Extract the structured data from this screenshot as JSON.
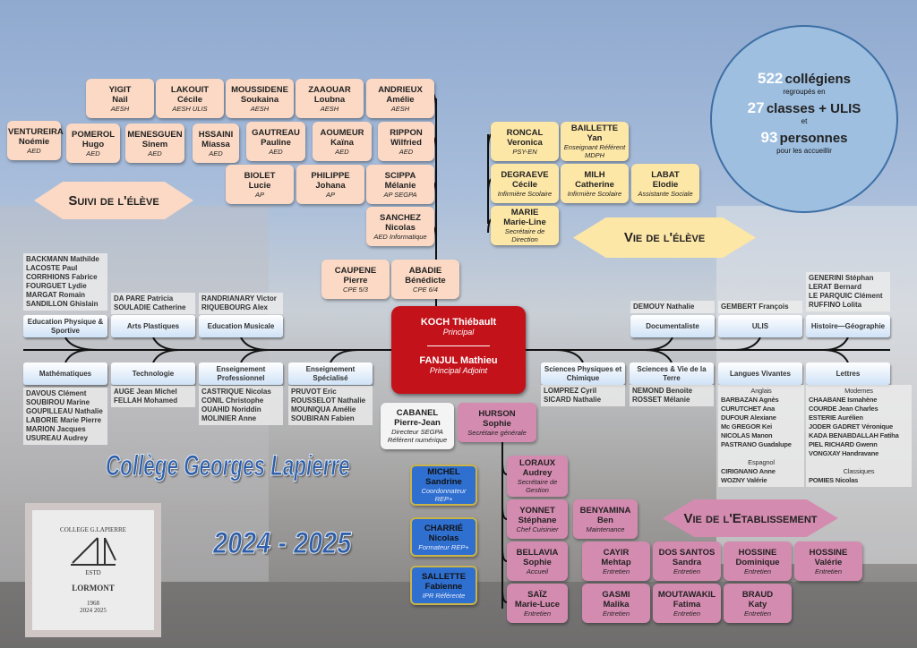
{
  "stats": {
    "students": "522",
    "students_label": "collégiens",
    "grouped": "regroupés en",
    "classes": "27",
    "classes_label": "classes + ULIS",
    "and": "et",
    "staff": "93",
    "staff_label": "personnes",
    "welcome": "pour les accueillir"
  },
  "sections": {
    "suivi": "Suivi de l'élève",
    "vie_eleve": "Vie de l'élève",
    "vie_etab": "Vie de l'Etablissement"
  },
  "title": "Collège Georges Lapierre",
  "year": "2024 - 2025",
  "logo": {
    "top": "COLLEGE G.LAPIERRE",
    "city": "LORMONT",
    "estd": "ESTD",
    "since": "1968",
    "years": "2024 2025"
  },
  "direction": {
    "principal_name": "KOCH Thiébault",
    "principal_role": "Principal",
    "adjoint_name": "FANJUL Mathieu",
    "adjoint_role": "Principal Adjoint"
  },
  "people": [
    {
      "last": "YIGIT",
      "first": "Nail",
      "role": "AESH"
    },
    {
      "last": "LAKOUIT",
      "first": "Cécile",
      "role": "AESH ULIS"
    },
    {
      "last": "MOUSSIDENE",
      "first": "Soukaina",
      "role": "AESH"
    },
    {
      "last": "ZAAOUAR",
      "first": "Loubna",
      "role": "AESH"
    },
    {
      "last": "ANDRIEUX",
      "first": "Amélie",
      "role": "AESH"
    },
    {
      "last": "VENTUREIRA",
      "first": "Noémie",
      "role": "AED"
    },
    {
      "last": "POMEROL",
      "first": "Hugo",
      "role": "AED"
    },
    {
      "last": "MENESGUEN",
      "first": "Sinem",
      "role": "AED"
    },
    {
      "last": "HSSAINI",
      "first": "Miassa",
      "role": "AED"
    },
    {
      "last": "GAUTREAU",
      "first": "Pauline",
      "role": "AED"
    },
    {
      "last": "AOUMEUR",
      "first": "Kaïna",
      "role": "AED"
    },
    {
      "last": "RIPPON",
      "first": "Wilfried",
      "role": "AED"
    },
    {
      "last": "BIOLET",
      "first": "Lucie",
      "role": "AP"
    },
    {
      "last": "PHILIPPE",
      "first": "Johana",
      "role": "AP"
    },
    {
      "last": "SCIPPA",
      "first": "Mélanie",
      "role": "AP SEGPA"
    },
    {
      "last": "SANCHEZ",
      "first": "Nicolas",
      "role": "AED Informatique"
    },
    {
      "last": "CAUPENE",
      "first": "Pierre",
      "role": "CPE 5/3"
    },
    {
      "last": "ABADIE",
      "first": "Bénédicte",
      "role": "CPE 6/4"
    },
    {
      "last": "RONCAL",
      "first": "Veronica",
      "role": "PSY-EN"
    },
    {
      "last": "BAILLETTE",
      "first": "Yan",
      "role": "Enseignant Référent MDPH"
    },
    {
      "last": "DEGRAEVE",
      "first": "Cécile",
      "role": "Infirmière Scolaire"
    },
    {
      "last": "MILH",
      "first": "Catherine",
      "role": "Infirmière Scolaire"
    },
    {
      "last": "LABAT",
      "first": "Elodie",
      "role": "Assistante Sociale"
    },
    {
      "last": "MARIE",
      "first": "Marie-Line",
      "role": "Secrétaire de Direction"
    },
    {
      "last": "CABANEL",
      "first": "Pierre-Jean",
      "role": "Directeur SEGPA Référent numérique"
    },
    {
      "last": "HURSON",
      "first": "Sophie",
      "role": "Secrétaire générale"
    },
    {
      "last": "MICHEL",
      "first": "Sandrine",
      "role": "Coordonnateur REP+"
    },
    {
      "last": "CHARRIÉ",
      "first": "Nicolas",
      "role": "Formateur REP+"
    },
    {
      "last": "SALLETTE",
      "first": "Fabienne",
      "role": "IPR Référente"
    },
    {
      "last": "LORAUX",
      "first": "Audrey",
      "role": "Secrétaire de Gestion"
    },
    {
      "last": "YONNET",
      "first": "Stéphane",
      "role": "Chef Cuisinier"
    },
    {
      "last": "BENYAMINA",
      "first": "Ben",
      "role": "Maintenance"
    },
    {
      "last": "BELLAVIA",
      "first": "Sophie",
      "role": "Accueil"
    },
    {
      "last": "CAYIR",
      "first": "Mehtap",
      "role": "Entretien"
    },
    {
      "last": "DOS SANTOS",
      "first": "Sandra",
      "role": "Entretien"
    },
    {
      "last": "HOSSINE",
      "first": "Dominique",
      "role": "Entretien"
    },
    {
      "last": "HOSSINE",
      "first": "Valérie",
      "role": "Entretien"
    },
    {
      "last": "SAÏZ",
      "first": "Marie-Luce",
      "role": "Entretien"
    },
    {
      "last": "GASMI",
      "first": "Malika",
      "role": "Entretien"
    },
    {
      "last": "MOUTAWAKIL",
      "first": "Fatima",
      "role": "Entretien"
    },
    {
      "last": "BRAUD",
      "first": "Katy",
      "role": "Entretien"
    }
  ],
  "subjects": [
    {
      "label": "Education Physique & Sportive",
      "members": [
        "BACKMANN Mathilde",
        "LACOSTE Paul",
        "CORRHIONS Fabrice",
        "FOURGUET Lydie",
        "MARGAT Romain",
        "SANDILLON Ghislain"
      ]
    },
    {
      "label": "Arts Plastiques",
      "members": [
        "DA PARE Patricia",
        "SOULADIE Catherine"
      ]
    },
    {
      "label": "Education Musicale",
      "members": [
        "RANDRIANARY Victor",
        "RIQUEBOURG Alex"
      ]
    },
    {
      "label": "Documentaliste",
      "members": [
        "DEMOUY Nathalie"
      ]
    },
    {
      "label": "ULIS",
      "members": [
        "GEMBERT François"
      ]
    },
    {
      "label": "Histoire—Géographie",
      "members": [
        "GENERINI Stéphan",
        "LERAT Bernard",
        "LE PARQUIC Clément",
        "RUFFINO Lolita"
      ]
    },
    {
      "label": "Mathématiques",
      "members": [
        "DAVOUS Clément",
        "SOUBIROU Marine",
        "GOUPILLEAU Nathalie",
        "LABORIE Marie Pierre",
        "MARION Jacques",
        "USUREAU Audrey"
      ]
    },
    {
      "label": "Technologie",
      "members": [
        "AUGE Jean Michel",
        "FELLAH Mohamed"
      ]
    },
    {
      "label": "Enseignement Professionnel",
      "members": [
        "CASTRIQUE Nicolas",
        "CONIL Christophe",
        "OUAHID Noriddin",
        "MOLINIER Anne"
      ]
    },
    {
      "label": "Enseignement Spécialisé",
      "members": [
        "PRUVOT Eric",
        "ROUSSELOT Nathalie",
        "MOUNIQUA Amélie",
        "SOUBIRAN Fabien"
      ]
    },
    {
      "label": "Sciences Physiques et Chimique",
      "members": [
        "LOMPREZ Cyril",
        "SICARD Nathalie"
      ]
    },
    {
      "label": "Sciences & Vie de la Terre",
      "members": [
        "NEMOND Benoite",
        "ROSSET Mélanie"
      ]
    },
    {
      "label": "Langues Vivantes",
      "members": [
        "#Anglais",
        "BARBAZAN Agnès",
        "CURUTCHET Ana",
        "DUFOUR Alexiane",
        "Mc GREGOR Kei",
        "NICOLAS Manon",
        "PASTRANO Guadalupe",
        "#",
        "#Espagnol",
        "CIRIGNANO Anne",
        "WOZNY Valérie"
      ]
    },
    {
      "label": "Lettres",
      "members": [
        "#Modernes",
        "CHAABANE Ismahène",
        "COURDE Jean Charles",
        "ESTERIE Aurélien",
        "JODER GADRET Véronique",
        "KADA BENABDALLAH Fatiha",
        "PIEL RICHARD Gwenn",
        "VONGXAY Handravane",
        "#",
        "#Classiques",
        "POMIES Nicolas"
      ]
    }
  ]
}
